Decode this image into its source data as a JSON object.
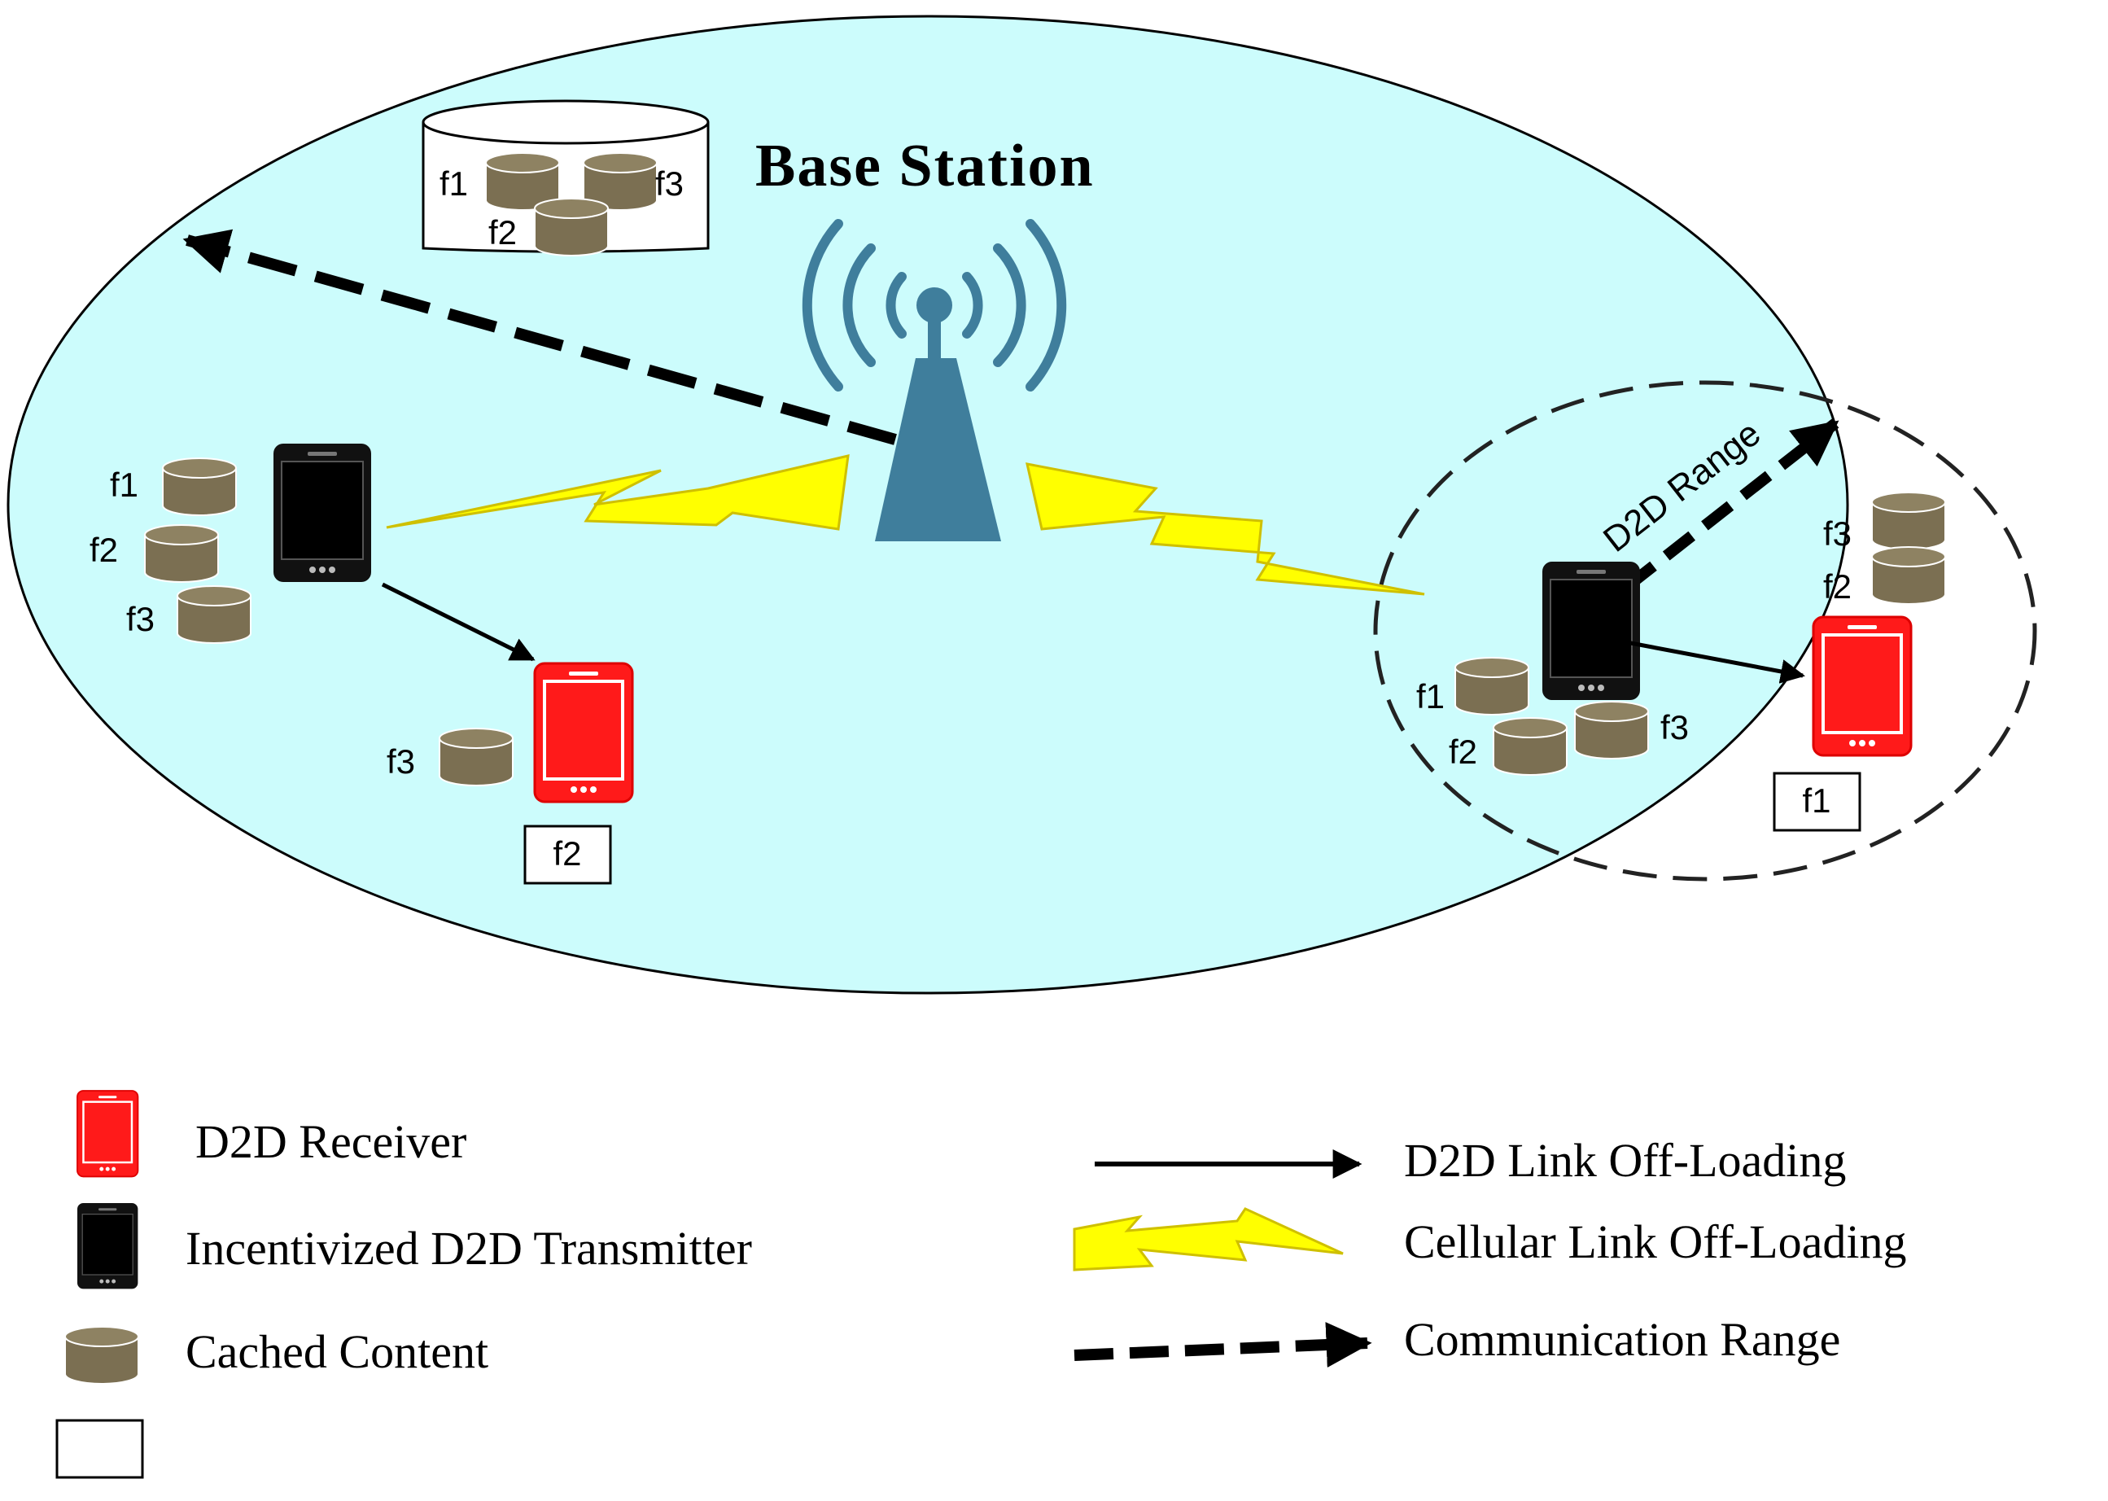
{
  "diagram": {
    "title": "Base Station",
    "d2d_range_label": "D2D Range",
    "file_labels": {
      "bs_f1": "f1",
      "bs_f2": "f2",
      "bs_f3": "f3",
      "left_tx_f1": "f1",
      "left_tx_f2": "f2",
      "left_tx_f3": "f3",
      "left_rx_f3": "f3",
      "left_rx_request": "f2",
      "right_tx_f1": "f1",
      "right_tx_f2": "f2",
      "right_tx_f3": "f3",
      "right_rx_f3": "f3",
      "right_rx_f2": "f2",
      "right_rx_request": "f1"
    },
    "colors": {
      "cell": "#ccfcfc",
      "cache": "#7b6f52",
      "tower": "#3f7e9c",
      "receiver": "#ff1a1a",
      "transmitter": "#000000",
      "lightning": "#ffff00"
    }
  },
  "legend": {
    "receiver": "D2D Receiver",
    "transmitter": "Incentivized D2D Transmitter",
    "cached": "Cached Content",
    "d2d_link": "D2D Link Off-Loading",
    "cellular_link": "Cellular Link Off-Loading",
    "comm_range": "Communication Range"
  }
}
